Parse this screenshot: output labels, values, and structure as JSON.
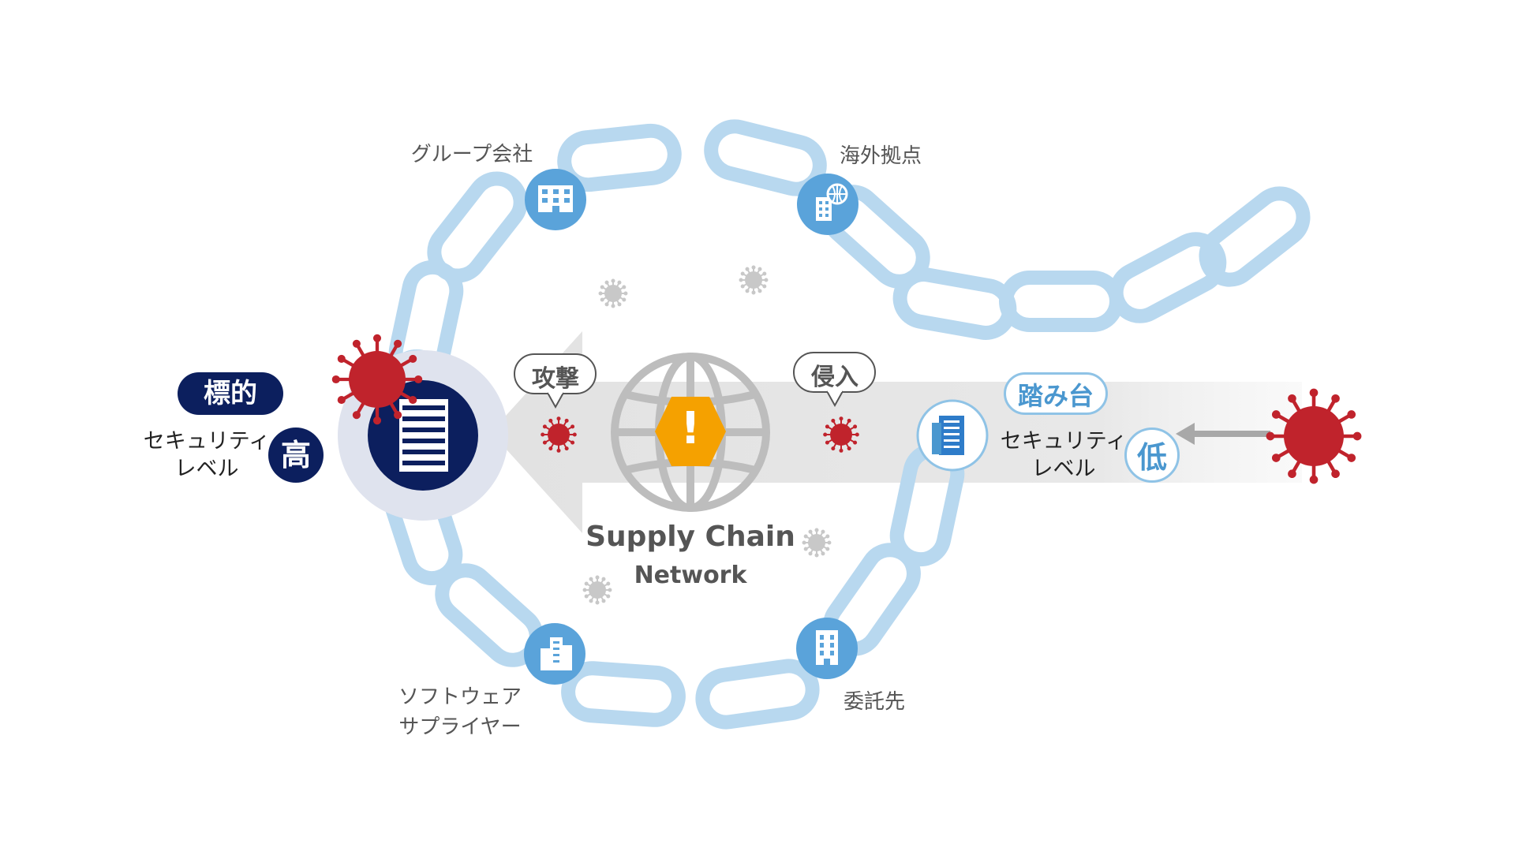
{
  "nodes": {
    "group_company": {
      "label": "グループ会社",
      "icon": "office-building-icon"
    },
    "overseas_base": {
      "label": "海外拠点",
      "icon": "globe-building-icon"
    },
    "software_supplier": {
      "line1": "ソフトウェア",
      "line2": "サプライヤー",
      "icon": "apartment-building-icon"
    },
    "contractor": {
      "label": "委託先",
      "icon": "office-tower-icon"
    }
  },
  "target": {
    "badge": "標的",
    "security_line1": "セキュリティ",
    "security_line2": "レベル",
    "level": "高",
    "icon": "data-center-building-icon"
  },
  "stepping_stone": {
    "badge": "踏み台",
    "security_line1": "セキュリティ",
    "security_line2": "レベル",
    "level": "低",
    "icon": "small-building-icon"
  },
  "bubbles": {
    "attack": "攻撃",
    "intrusion": "侵入"
  },
  "center": {
    "title": "Supply Chain",
    "subtitle": "Network",
    "warning": "!"
  },
  "colors": {
    "chain": "#b8d8ef",
    "node_fill": "#5aa3da",
    "navy": "#0c1f5e",
    "virus_red": "#c0232c",
    "virus_grey": "#c8c8c8",
    "arrow_grey": "#e3e3e3",
    "globe_grey": "#bdbdbd",
    "warning_orange": "#f5a100"
  }
}
